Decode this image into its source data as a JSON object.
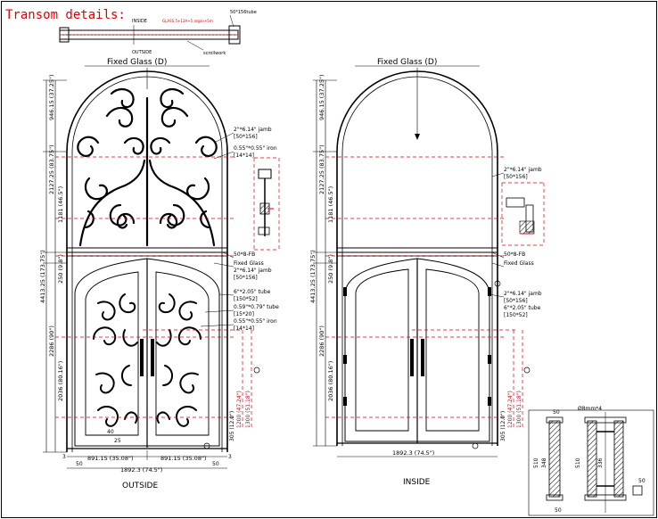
{
  "header": {
    "title": "Transom details:"
  },
  "transom": {
    "inside": "INSIDE",
    "outside": "OUTSIDE",
    "glass_note": "GLASS 5+12A+5 argon+5m",
    "tube": "50*156tube",
    "scrollwork": "scrollwork"
  },
  "outside": {
    "caption": "OUTSIDE",
    "fixed_glass": "Fixed Glass (D)",
    "left_dims": [
      "4413.25 (173.75\")",
      "946.15 (37.25\")",
      "2127.25 (83.75\")",
      "1181 (46.5\")",
      "250 (9.8\")",
      "2286 (90\")",
      "2036 (80.16\")"
    ],
    "right_labels": [
      "2\"*6.14\" jamb",
      "[50*156]",
      "0.55\"*0.55\" iron",
      "[14*14]",
      "50*8-FB",
      "Fixed Glass",
      "2\"*6.14\" jamb",
      "[50*156]",
      "6\"*2.05\" tube",
      "[150*52]",
      "0.59\"*0.79\" tube",
      "[15*20]",
      "0.55\"*0.55\" iron",
      "[14*14]"
    ],
    "handle_dims": [
      "1200 (47.24\")",
      "1300 (51.18\")"
    ],
    "bottom_dim": "305 (12.0\")",
    "dims_bottom": [
      "891.15 (35.08\")",
      "891.15 (35.08\")",
      "1892.3 (74.5\")"
    ],
    "small_dims": [
      "3",
      "50",
      "40",
      "25",
      "3",
      "50"
    ]
  },
  "inside": {
    "caption": "INSIDE",
    "fixed_glass": "Fixed Glass (D)",
    "left_dims": [
      "4413.25 (173.75\")",
      "946.15 (37.25\")",
      "2127.25 (83.75\")",
      "1181 (46.5\")",
      "250 (9.8\")",
      "2286 (90\")",
      "2036 (80.16\")"
    ],
    "right_labels": [
      "2\"*6.14\" jamb",
      "[50*156]",
      "50*8-FB",
      "Fixed Glass",
      "2\"*6.14\" jamb",
      "[50*156]",
      "6\"*2.05\" tube",
      "[150*52]"
    ],
    "handle_dims": [
      "1200 (47.24\")",
      "1300 (51.18\")"
    ],
    "bottom_dim": "305 (12.0\")",
    "bottom_total": "1892.3 (74.5\")"
  },
  "detail": {
    "bolt": "Ø8mm*4",
    "dims": [
      "50",
      "348",
      "510",
      "510",
      "336",
      "50",
      "50"
    ]
  }
}
